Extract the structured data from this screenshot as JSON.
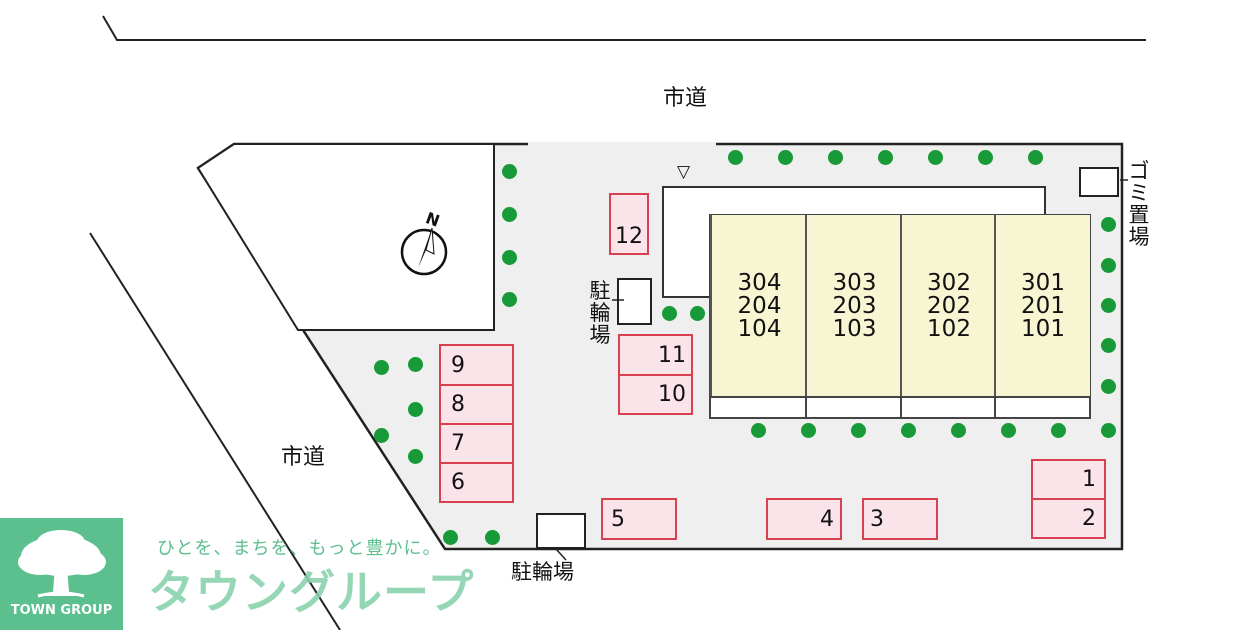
{
  "roads": {
    "north": "市道",
    "west": "市道"
  },
  "compass": {
    "label": "N"
  },
  "entrance_marker": "▽",
  "units": [
    {
      "label": "304\n204\n104",
      "top": "304",
      "mid": "204",
      "bottom": "104"
    },
    {
      "label": "303\n203\n103",
      "top": "303",
      "mid": "203",
      "bottom": "103"
    },
    {
      "label": "302\n202\n102",
      "top": "302",
      "mid": "202",
      "bottom": "102"
    },
    {
      "label": "301\n201\n101",
      "top": "301",
      "mid": "201",
      "bottom": "101"
    }
  ],
  "parking": [
    "1",
    "2",
    "3",
    "4",
    "5",
    "6",
    "7",
    "8",
    "9",
    "10",
    "11",
    "12"
  ],
  "bicycle_parking": {
    "label": "駐輪場",
    "chars": [
      "駐",
      "輪",
      "場"
    ]
  },
  "garbage": {
    "label": "ゴミ置場",
    "chars": [
      "ゴ",
      "ミ",
      "置",
      "場"
    ]
  },
  "brand": {
    "tagline": "ひとを、まちを、もっと豊かに。",
    "name_jp": "タウングループ",
    "name_en": "TOWN GROUP"
  },
  "colors": {
    "parking_border": "#d84150",
    "parking_fill": "#fbe3ea",
    "building_fill": "#f8f6d2",
    "tree": "#179a37",
    "site_fill": "#efefef",
    "brand": "#5bbf8e"
  }
}
